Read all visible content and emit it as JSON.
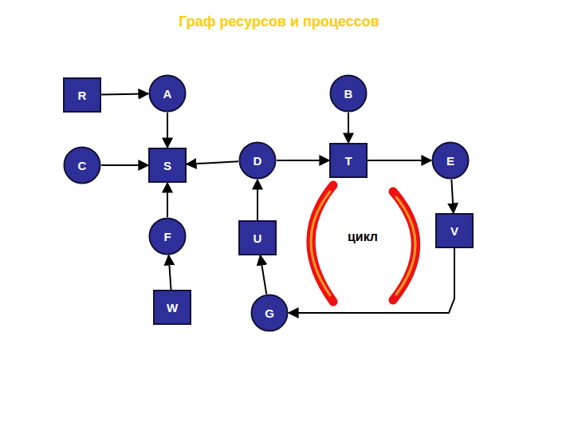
{
  "diagram": {
    "title": "Граф ресурсов и процессов",
    "nodes": [
      {
        "text": [
          "R"
        ]
      },
      {
        "text": [
          "A"
        ]
      },
      {
        "text": [
          "B"
        ]
      },
      {
        "text": [
          "C"
        ]
      },
      {
        "text": [
          "S"
        ]
      },
      {
        "text": [
          "D"
        ]
      },
      {
        "text": [
          "T"
        ]
      },
      {
        "text": [
          "E"
        ]
      },
      {
        "text": [
          "F"
        ]
      },
      {
        "text": [
          "U"
        ]
      },
      {
        "text": [
          "V"
        ]
      },
      {
        "text": [
          "W"
        ]
      },
      {
        "text": [
          "G"
        ]
      }
    ],
    "edges": [
      {
        "from": 0,
        "to": 1,
        "arrow": "to"
      },
      {
        "from": 1,
        "to": 4,
        "arrow": "to"
      },
      {
        "from": 3,
        "to": 4,
        "arrow": "to"
      },
      {
        "from": 5,
        "to": 4,
        "arrow": "to"
      },
      {
        "from": 5,
        "to": 6,
        "arrow": "to"
      },
      {
        "from": 2,
        "to": 6,
        "arrow": "to"
      },
      {
        "from": 6,
        "to": 7,
        "arrow": "to"
      },
      {
        "from": 7,
        "to": 10,
        "arrow": "to"
      },
      {
        "from": 8,
        "to": 4,
        "arrow": "to"
      },
      {
        "from": 11,
        "to": 8,
        "arrow": "to"
      },
      {
        "from": 9,
        "to": 5,
        "arrow": "to"
      },
      {
        "from": 12,
        "to": 9,
        "arrow": "to"
      },
      {
        "from": 10,
        "to": 12,
        "arrow": "to"
      }
    ],
    "labels": [
      "цикл"
    ]
  }
}
